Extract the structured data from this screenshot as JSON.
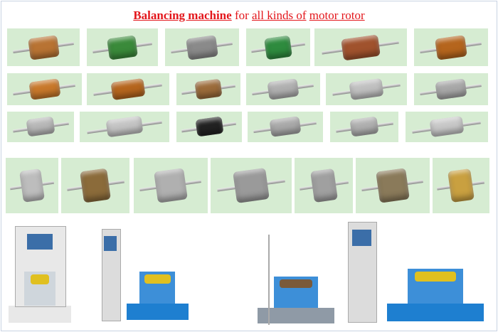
{
  "title": {
    "part1": "Balancing machine",
    "part2": "for",
    "part3": "all kinds of",
    "part4": "motor rotor"
  },
  "rotor_colors": [
    [
      "#b87333",
      "#3a8a3a",
      "#8a8a8a",
      "#2e8b3e",
      "#a0522d",
      "#b5651d"
    ],
    [
      "#c8782a",
      "#b5651d",
      "#9b6b3a",
      "#b0b0b0",
      "#c0c0c0",
      "#a8a8a8"
    ],
    [
      "#b8b8b8",
      "#c4c4c4",
      "#222222",
      "#a9a9a9",
      "#b0b0b0",
      "#c8c8c8"
    ],
    [
      "#bdbdbd",
      "#8b6b3a",
      "#b0b0b0",
      "#9a9a9a",
      "#a0a0a0",
      "#8a7a5a",
      "#c9a040"
    ]
  ],
  "machines": [
    {
      "body": "#e8e8e8",
      "accent": "#9aa3ab"
    },
    {
      "body": "#dcdcdc",
      "accent": "#1e7fd0"
    },
    {
      "body": "#d0d0d0",
      "accent": "#5a6a7a"
    },
    {
      "body": "#dcdcdc",
      "accent": "#1e7fd0"
    }
  ]
}
